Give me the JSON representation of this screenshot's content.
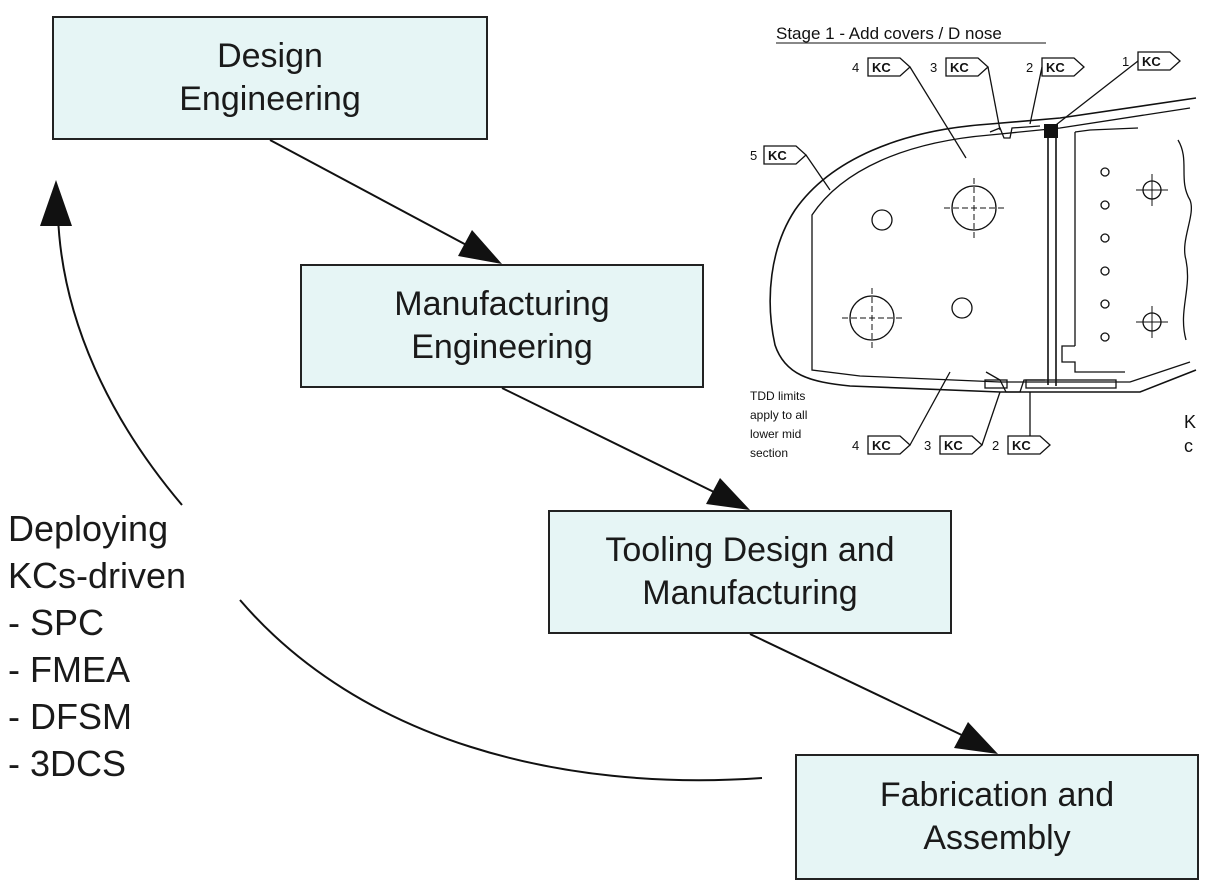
{
  "boxes": {
    "design": [
      "Design",
      "Engineering"
    ],
    "manufacturing": [
      "Manufacturing",
      "Engineering"
    ],
    "tooling": [
      "Tooling Design and",
      "Manufacturing"
    ],
    "fabrication": [
      "Fabrication and",
      "Assembly"
    ]
  },
  "kcs_panel": {
    "heading": [
      "Deploying",
      "KCs-driven"
    ],
    "items": [
      "- SPC",
      "- FMEA",
      "- DFSM",
      "- 3DCS"
    ]
  },
  "drawing": {
    "title": "Stage 1 - Add covers / D nose",
    "kc_label": "KC",
    "top_callouts": [
      "4",
      "3",
      "2",
      "1"
    ],
    "left_callout": "5",
    "bottom_callouts": [
      "4",
      "3",
      "2"
    ],
    "note": [
      "TDD limits",
      "apply to all",
      "lower mid",
      "section"
    ],
    "cropped_chars": [
      "K",
      "c"
    ]
  },
  "colors": {
    "box_fill": "#e6f5f5",
    "stroke": "#222222"
  }
}
